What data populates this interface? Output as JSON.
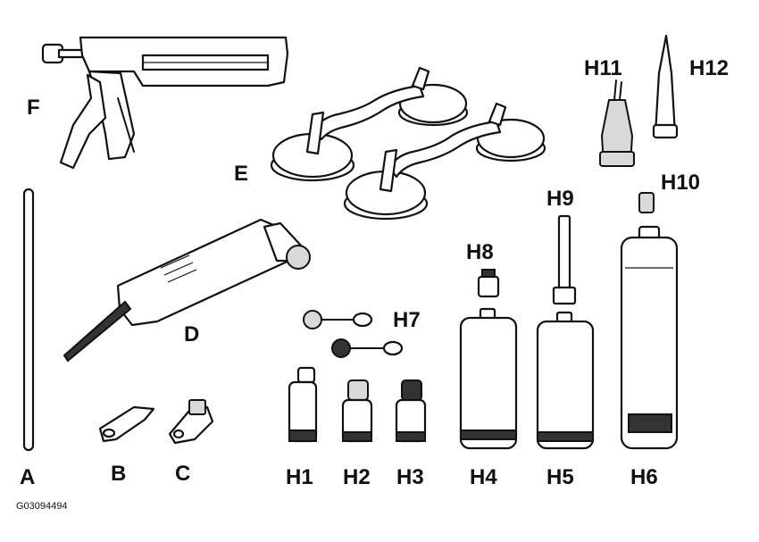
{
  "figure_code": "G03094494",
  "labels": {
    "A": "A",
    "B": "B",
    "C": "C",
    "D": "D",
    "E": "E",
    "F": "F",
    "H1": "H1",
    "H2": "H2",
    "H3": "H3",
    "H4": "H4",
    "H5": "H5",
    "H6": "H6",
    "H7": "H7",
    "H8": "H8",
    "H9": "H9",
    "H10": "H10",
    "H11": "H11",
    "H12": "H12"
  },
  "colors": {
    "ink": "#111111",
    "fill": "#ffffff",
    "shade": "#d9d9d9",
    "band": "#333333"
  }
}
